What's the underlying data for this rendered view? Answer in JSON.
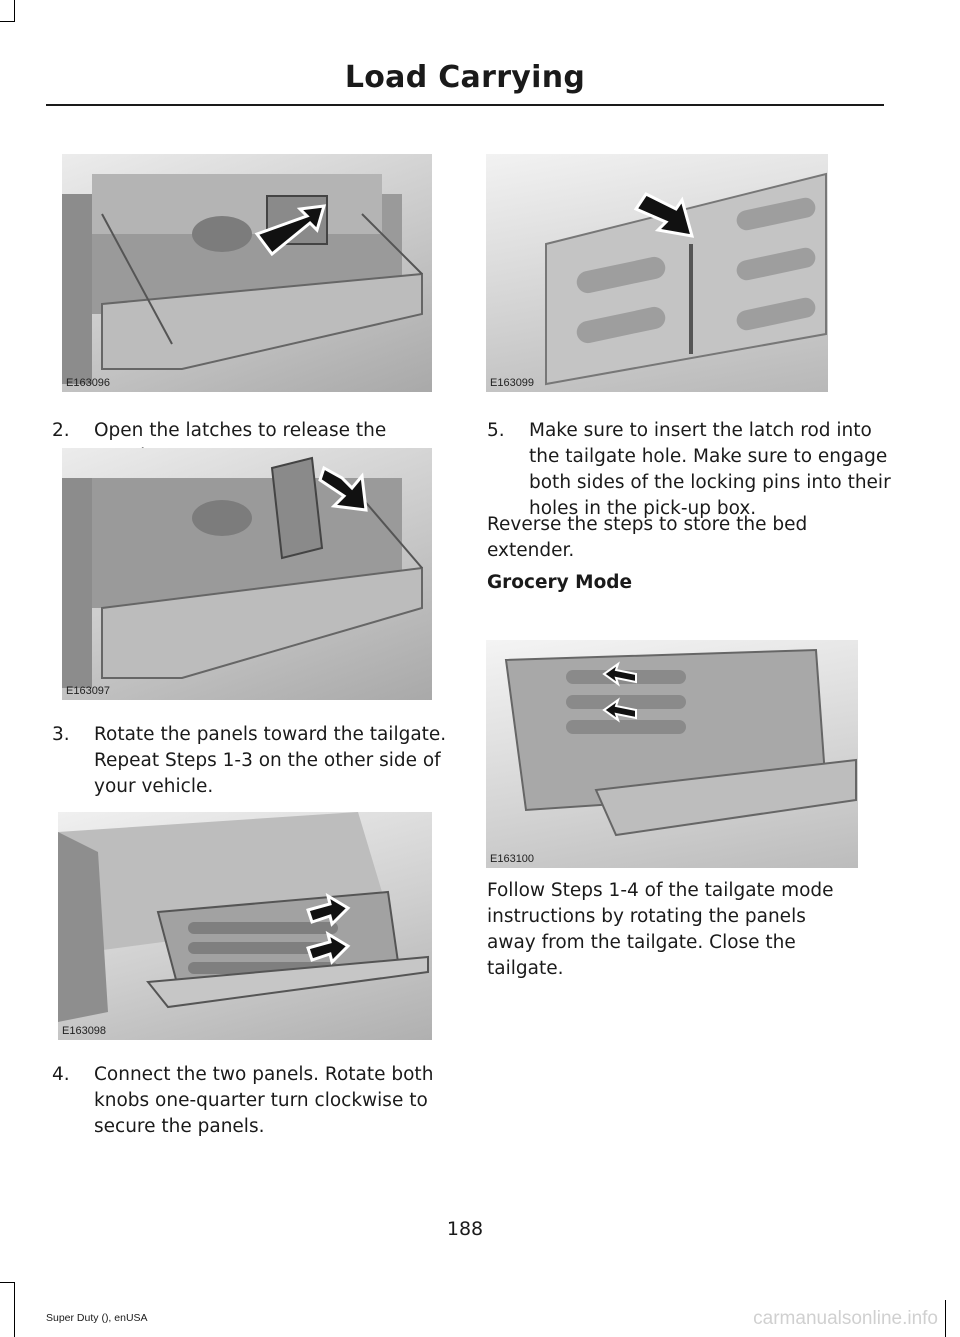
{
  "header": {
    "title": "Load Carrying"
  },
  "figures": {
    "f1": "E163096",
    "f2": "E163097",
    "f3": "E163098",
    "f4": "E163099",
    "f5": "E163100"
  },
  "steps": {
    "s2": {
      "num": "2.",
      "text": "Open the latches to release the panels."
    },
    "s3": {
      "num": "3.",
      "text": "Rotate the panels toward the tailgate. Repeat Steps 1-3 on the other side of your vehicle."
    },
    "s4": {
      "num": "4.",
      "text": "Connect the two panels. Rotate both knobs one-quarter turn clockwise to secure the panels."
    },
    "s5": {
      "num": "5.",
      "text": "Make sure to insert the latch rod into the tailgate hole. Make sure to engage both sides of the locking pins into their holes in the pick-up box."
    }
  },
  "reverse_text": "Reverse the steps to store the bed extender.",
  "grocery_heading": "Grocery Mode",
  "grocery_text": "Follow Steps 1-4 of the tailgate mode instructions by rotating the panels away from the tailgate. Close the tailgate.",
  "page_number": "188",
  "footer": "Super Duty (), enUSA",
  "watermark": "carmanualsonline.info"
}
